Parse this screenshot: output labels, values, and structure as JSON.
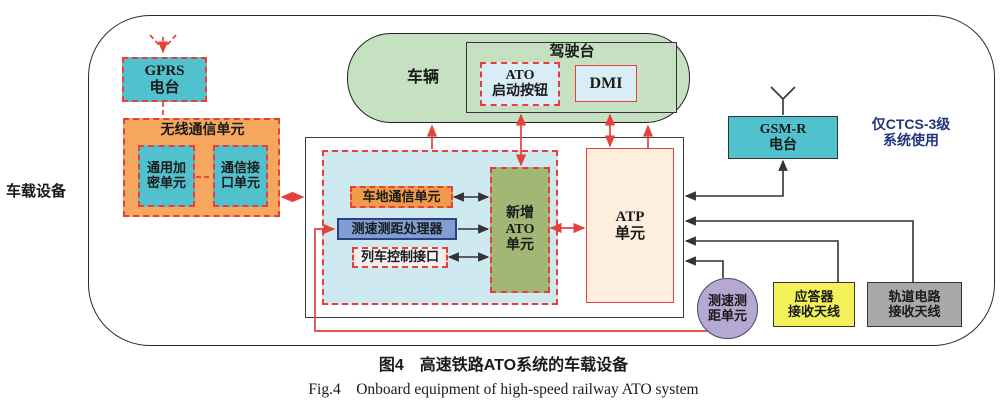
{
  "diagram": {
    "side_label": "车载设备",
    "gprs_label": "GPRS\n电台",
    "wireless": {
      "label": "无线通信单元",
      "crypto": "通用加\n密单元",
      "iface": "通信接\n口单元"
    },
    "vehicle": {
      "label": "车辆",
      "cab_label": "驾驶台",
      "ato_button": "ATO\n启动按钮",
      "dmi": "DMI"
    },
    "onboard": {
      "t2g_comm": "车地通信单元",
      "speed_processor": "测速测距处理器",
      "train_ctrl_if": "列车控制接口",
      "new_ato": "新增\nATO\n单元",
      "atp": "ATP\n单元"
    },
    "gsmr_label": "GSM-R\n电台",
    "note": "仅CTCS-3级\n系统使用",
    "speed_unit": "测速测\n距单元",
    "balise_antenna": "应答器\n接收天线",
    "track_antenna": "轨道电路\n接收天线"
  },
  "caption": {
    "zh": "图4　高速铁路ATO系统的车载设备",
    "en": "Fig.4　Onboard equipment of high-speed railway ATO system"
  },
  "colors": {
    "red_accent": "#e5403b",
    "teal": "#50c1cd",
    "orange_wireless": "#f5a75f",
    "orange_t2g": "#f09a4a",
    "panel_blue": "#cfe9f0",
    "steel_blue": "#7f9fd2",
    "train_if_gray": "#f4eeee",
    "olive_ato": "#a2b775",
    "atp_peach": "#fdeedd",
    "vehicle_green": "#c6e1c1",
    "light_blue_btn": "#d9edf6",
    "purple_circle": "#b5a8d3",
    "yellow_balise": "#f2f157",
    "gray_track": "#a9a9ac",
    "note_blue": "#23357d"
  }
}
